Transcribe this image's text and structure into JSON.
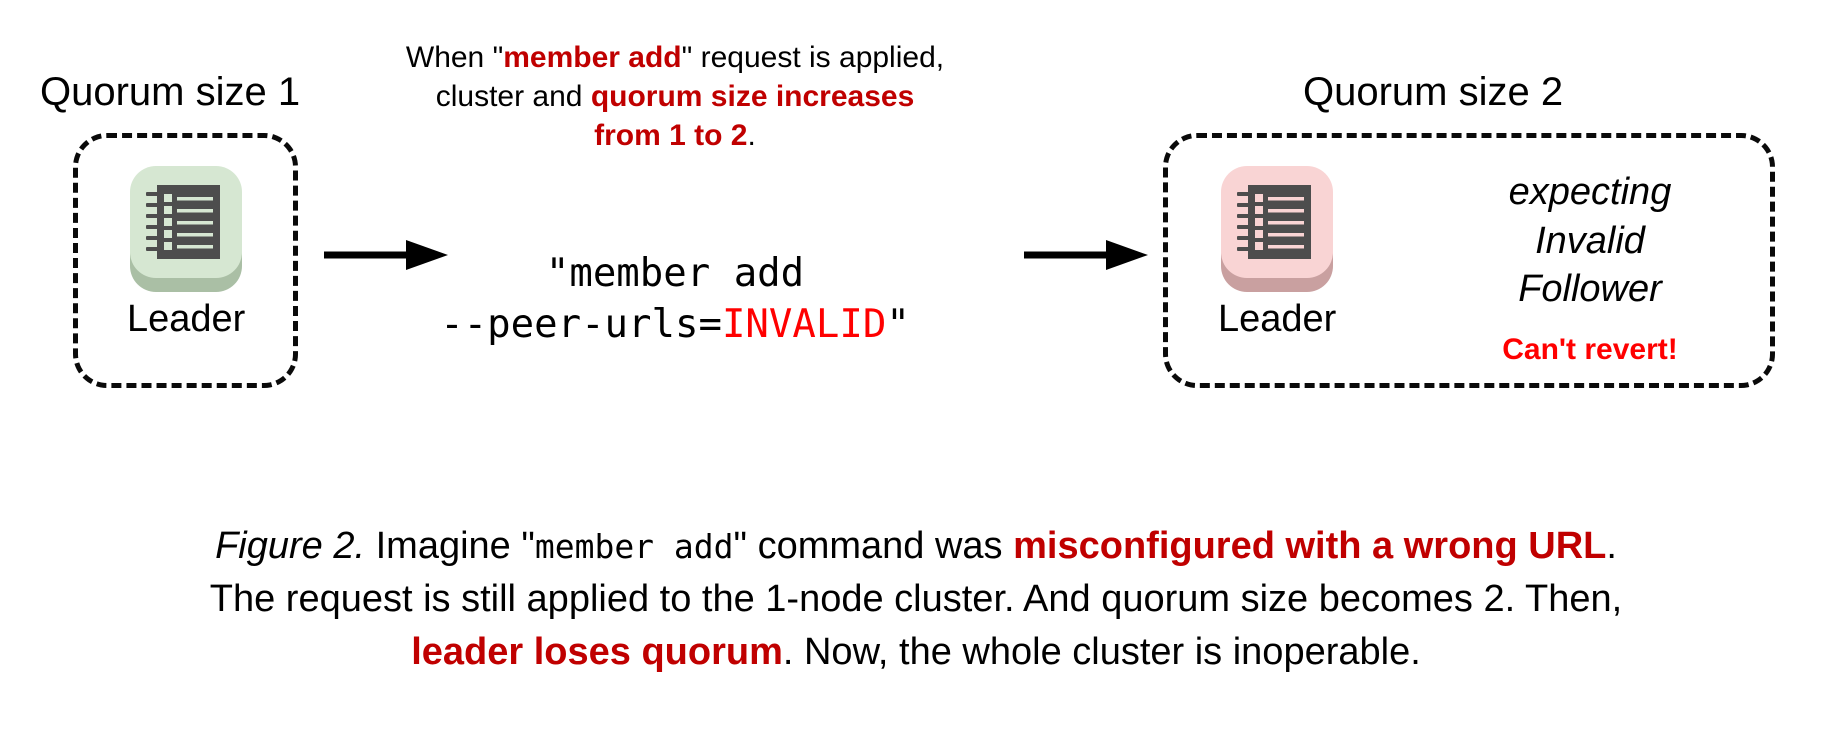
{
  "figure": {
    "left_cluster": {
      "title": "Quorum size 1",
      "node": {
        "icon": "notebook-icon",
        "icon_color": "#d6e7d2",
        "label": "Leader"
      }
    },
    "right_cluster": {
      "title": "Quorum size 2",
      "node": {
        "icon": "notebook-icon",
        "icon_color": "#f9d4d4",
        "label": "Leader"
      },
      "state_lines": [
        "expecting",
        "Invalid",
        "Follower"
      ],
      "warning": "Can't revert!"
    },
    "top_note": {
      "line1_a": "When \"",
      "line1_b": "member add",
      "line1_c": "\" request is applied,",
      "line2_a": "cluster and ",
      "line2_b": "quorum size increases",
      "line3_b": "from 1 to 2",
      "line3_c": "."
    },
    "command": {
      "line1": "\"member add",
      "line2_a": "--peer-urls=",
      "line2_b": "INVALID",
      "line2_c": "\""
    },
    "arrows": {
      "left_arrow": "arrow-right-icon",
      "right_arrow": "arrow-right-icon"
    }
  },
  "caption": {
    "label": "Figure 2.",
    "t1": " Imagine \"",
    "cmd": "member add",
    "t2": "\" command was ",
    "em1": "misconfigured with a wrong URL",
    "t3": ".",
    "t4": "The request is still applied to the 1-node cluster. And quorum size becomes 2. Then,",
    "em2": "leader loses quorum",
    "t5": ". Now, the whole cluster is inoperable."
  },
  "colors": {
    "emphasis_red": "#C00000",
    "alert_red": "#FF0000",
    "icon_body": "#4d4d4d",
    "green_tile": "#d6e7d2",
    "pink_tile": "#f9d4d4"
  }
}
